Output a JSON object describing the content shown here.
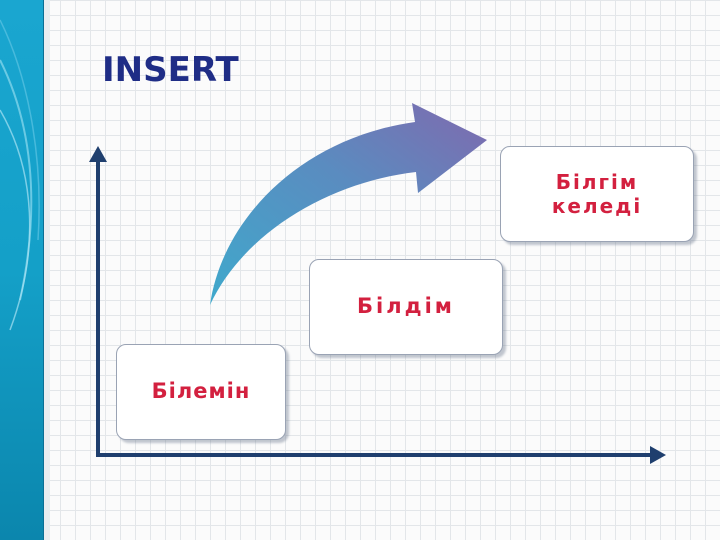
{
  "slide": {
    "title": "INSERT",
    "steps": [
      {
        "label": "Білемін"
      },
      {
        "label": "Білдім"
      },
      {
        "label": "Білгім\nкеледі"
      }
    ]
  },
  "colors": {
    "title": "#1f2d86",
    "step_text": "#d3203f",
    "axis": "#1f3f6e",
    "arrow_start": "#4aa6c8",
    "arrow_end": "#7b68ad",
    "band_top": "#1d9fc9",
    "band_bottom": "#0d7fa8"
  }
}
